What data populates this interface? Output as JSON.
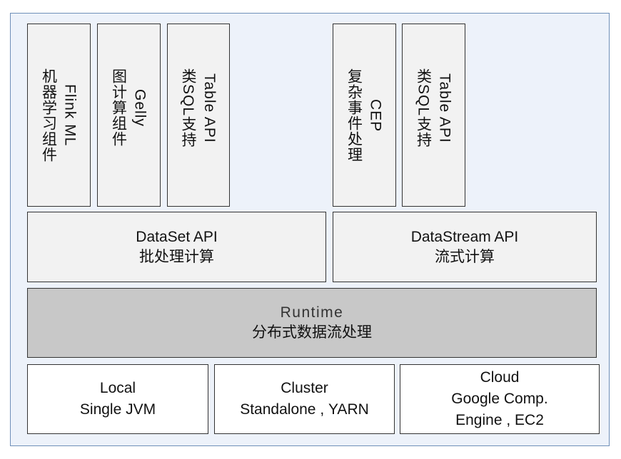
{
  "libraries": [
    {
      "en": "Flink ML",
      "zh": "机器学习组件"
    },
    {
      "en": "Gelly",
      "zh": "图计算组件"
    },
    {
      "en": "Table API",
      "zh": "类SQL支持"
    },
    {
      "en": "CEP",
      "zh": "复杂事件处理"
    },
    {
      "en": "Table API",
      "zh": "类SQL支持"
    }
  ],
  "apis": [
    {
      "en": "DataSet API",
      "zh": "批处理计算"
    },
    {
      "en": "DataStream API",
      "zh": "流式计算"
    }
  ],
  "runtime": {
    "en": "Runtime",
    "zh": "分布式数据流处理"
  },
  "deploy": [
    {
      "lines": [
        "Local",
        "Single JVM"
      ]
    },
    {
      "lines": [
        "Cluster",
        "Standalone , YARN"
      ]
    },
    {
      "lines": [
        "Cloud",
        "Google Comp.",
        "Engine , EC2"
      ]
    }
  ],
  "colors": {
    "frame_border": "#6f8fb8",
    "frame_bg": "#edf2fa",
    "box_light": "#f2f2f2",
    "box_runtime": "#c8c8c8",
    "box_deploy": "#ffffff"
  }
}
